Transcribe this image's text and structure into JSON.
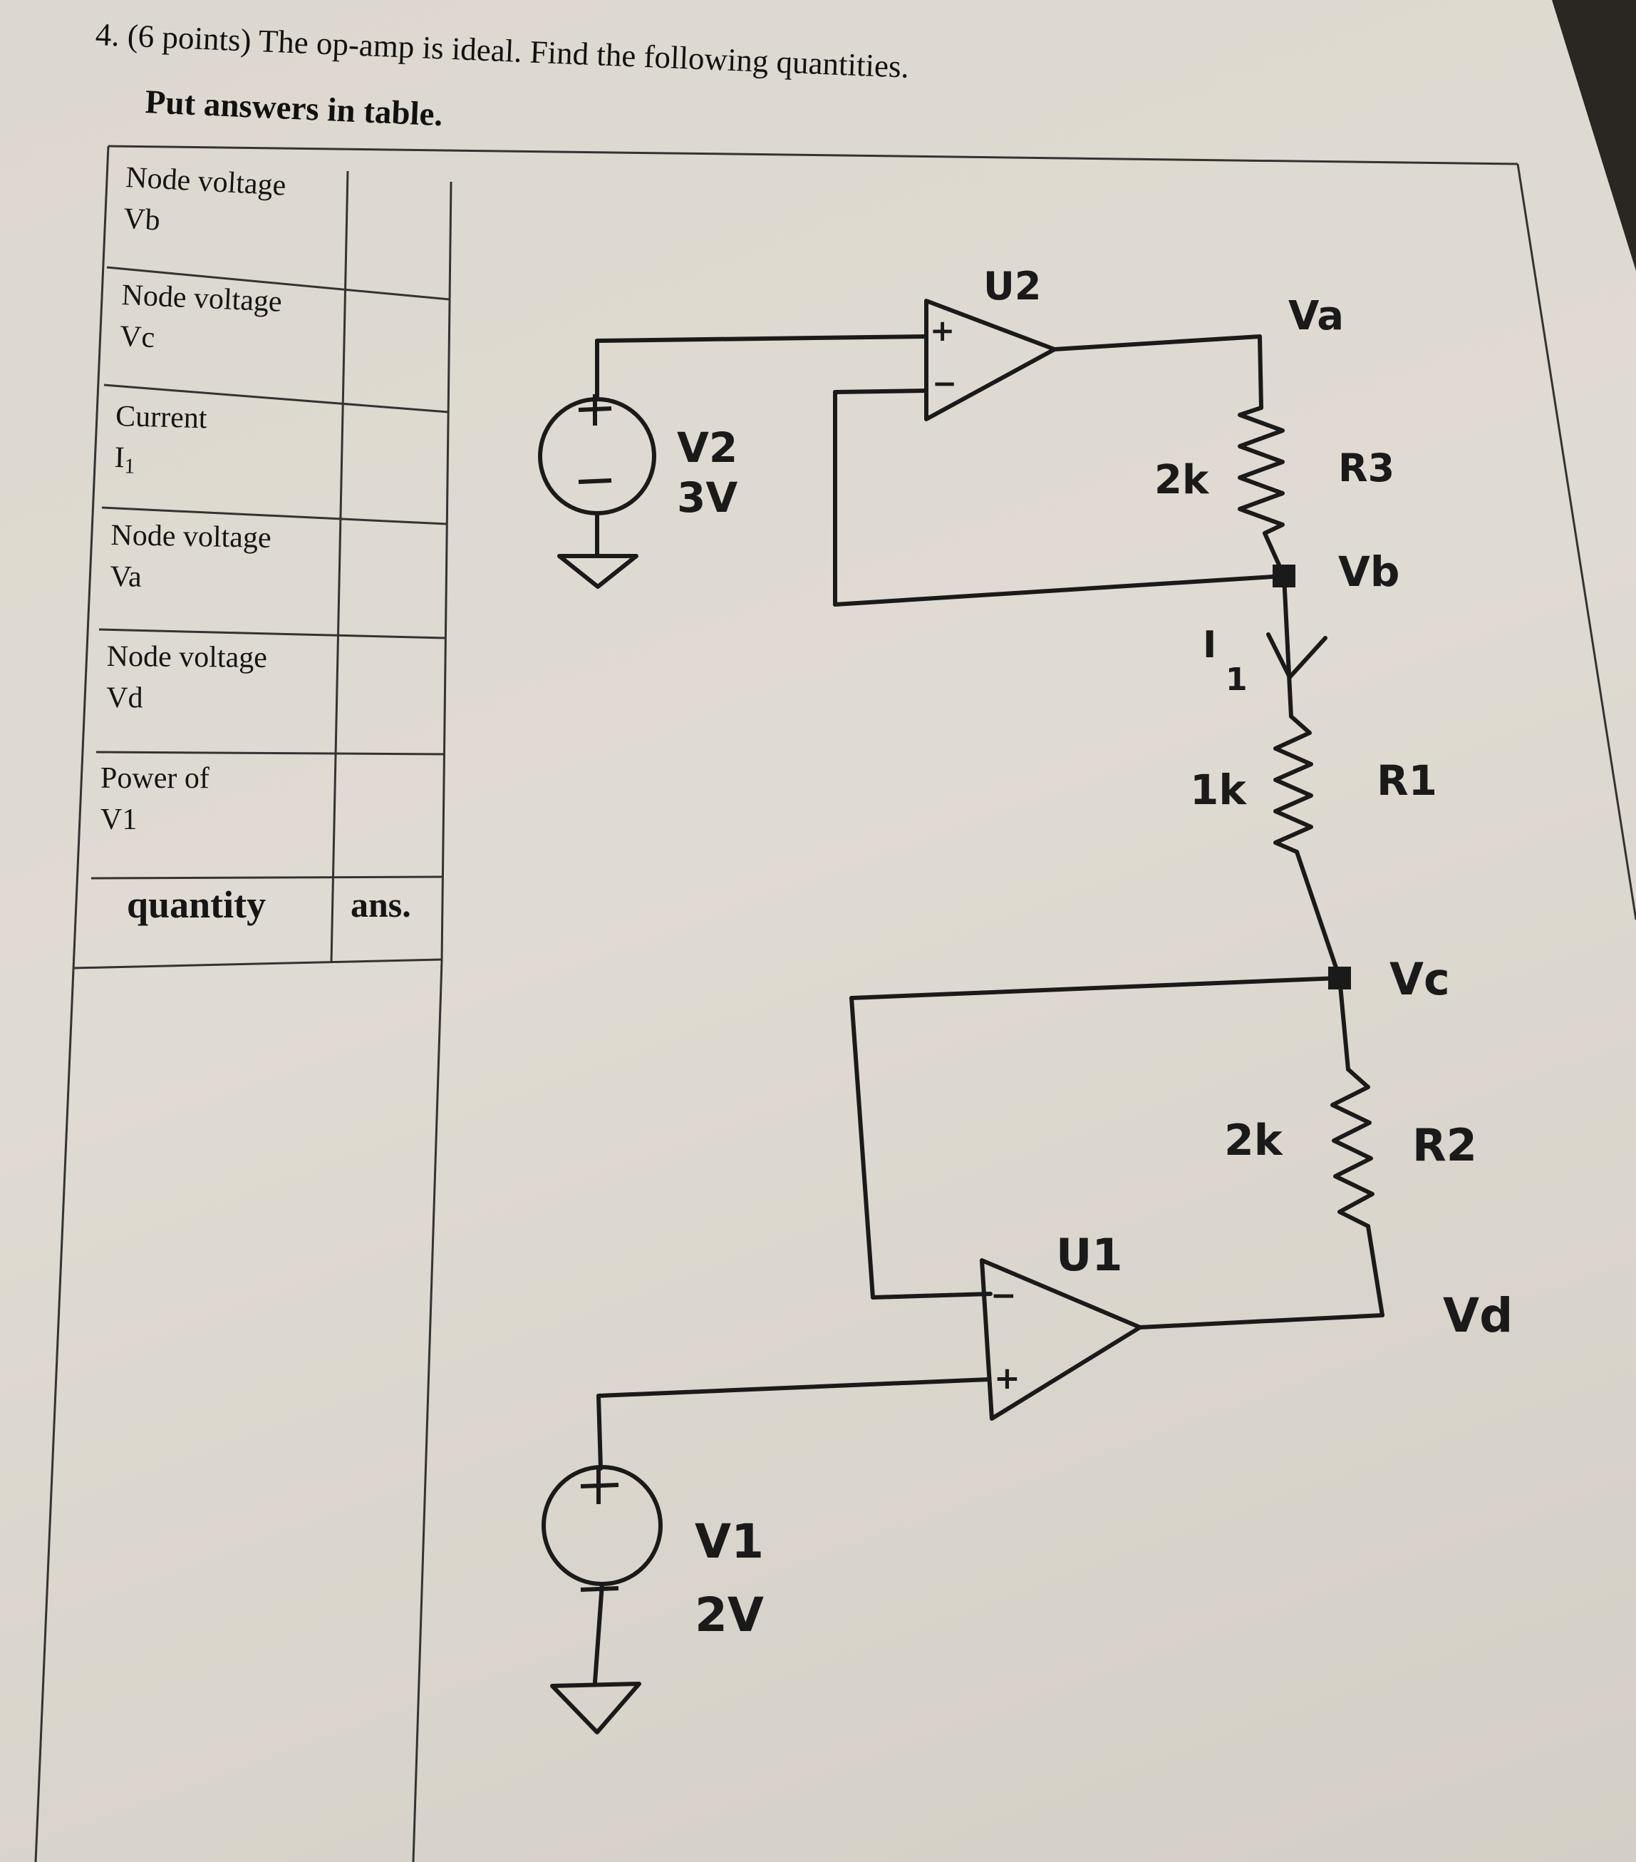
{
  "question": {
    "line1": "4. (6 points) The op-amp is ideal. Find the following quantities.",
    "line2": "Put answers in table."
  },
  "table": {
    "rows": [
      {
        "label1": "Node voltage",
        "label2": "Vb",
        "answer": ""
      },
      {
        "label1": "Node voltage",
        "label2": "Vc",
        "answer": ""
      },
      {
        "label1": "Current",
        "label2_main": "I",
        "label2_sub": "1",
        "answer": ""
      },
      {
        "label1": "Node voltage",
        "label2": "Va",
        "answer": ""
      },
      {
        "label1": "Node voltage",
        "label2": "Vd",
        "answer": ""
      },
      {
        "label1": "Power of",
        "label2": "V1",
        "answer": ""
      }
    ],
    "header": {
      "quantity": "quantity",
      "ans": "ans."
    }
  },
  "circuit": {
    "opamp_top": {
      "name": "U2",
      "plus": "+",
      "minus": "−"
    },
    "opamp_bottom": {
      "name": "U1",
      "plus": "+",
      "minus": "−"
    },
    "source_top": {
      "name": "V2",
      "value": "3V"
    },
    "source_bottom": {
      "name": "V1",
      "value": "2V"
    },
    "R3": {
      "name": "R3",
      "value": "2k"
    },
    "R1": {
      "name": "R1",
      "value": "1k"
    },
    "R2": {
      "name": "R2",
      "value": "2k"
    },
    "nodes": {
      "Va": "Va",
      "Vb": "Vb",
      "Vc": "Vc",
      "Vd": "Vd"
    },
    "current": {
      "main": "I",
      "sub": "1"
    }
  }
}
